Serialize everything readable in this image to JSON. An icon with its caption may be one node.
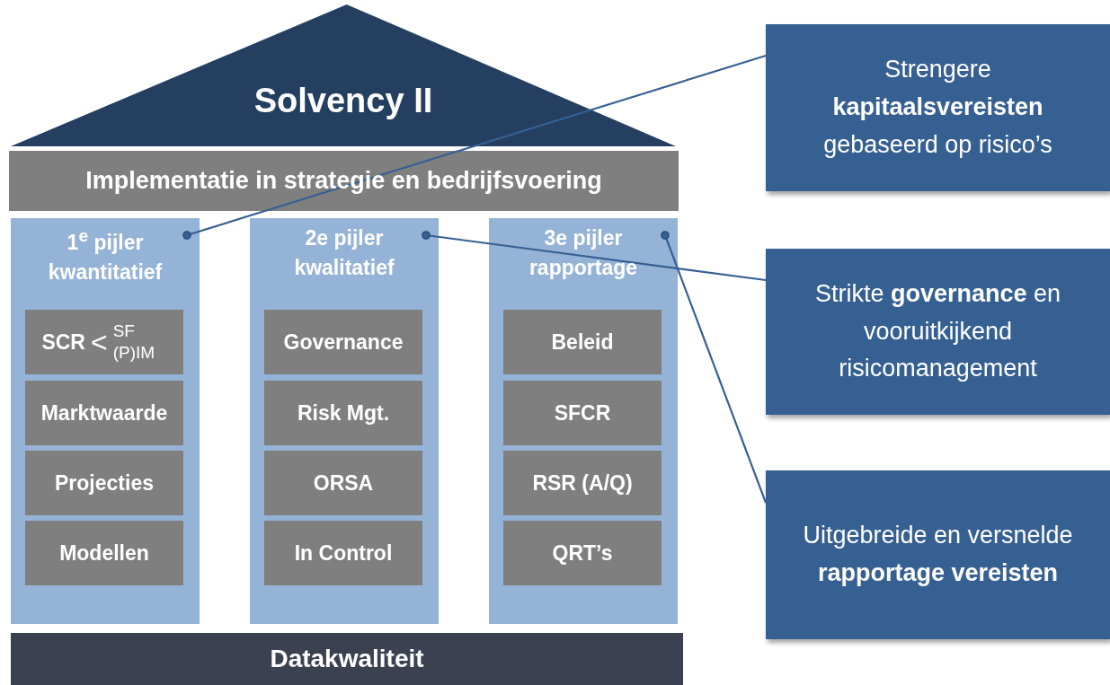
{
  "diagram": {
    "nodes": [
      {
        "text": [
          "Solvency II"
        ]
      },
      {
        "text": [
          "Implementatie in strategie en bedrijfsvoering"
        ]
      },
      {
        "text": [
          "1$^{e}$ pijler kwantitatief"
        ]
      },
      {
        "text": [
          "SCR",
          "<",
          "SF (P)IM"
        ],
        "in": 2
      },
      {
        "text": [
          "Marktwaarde"
        ],
        "in": 2
      },
      {
        "text": [
          "Projecties"
        ],
        "in": 2
      },
      {
        "text": [
          "Modellen"
        ],
        "in": 2
      },
      {
        "text": [
          "2e pijler kwalitatief"
        ]
      },
      {
        "text": [
          "Governance"
        ],
        "in": 7
      },
      {
        "text": [
          "Risk Mgt."
        ],
        "in": 7
      },
      {
        "text": [
          "ORSA"
        ],
        "in": 7
      },
      {
        "text": [
          "In Control"
        ],
        "in": 7
      },
      {
        "text": [
          "3e pijler rapportage"
        ]
      },
      {
        "text": [
          "Beleid"
        ],
        "in": 12
      },
      {
        "text": [
          "SFCR"
        ],
        "in": 12
      },
      {
        "text": [
          "RSR (A/Q)"
        ],
        "in": 12
      },
      {
        "text": [
          "QRT’s"
        ],
        "in": 12
      },
      {
        "text": [
          "Datakwaliteit"
        ]
      },
      {
        "text": [
          "Strengere **kapitaalsvereisten** gebaseerd op risico’s"
        ]
      },
      {
        "text": [
          "Strikte **governance** en vooruitkijkend risicomanagement"
        ]
      },
      {
        "text": [
          "Uitgebreide en versnelde **rapportage vereisten**"
        ]
      }
    ],
    "edges": [
      {
        "from": 2,
        "to": 18,
        "arrow": "other"
      },
      {
        "from": 7,
        "to": 19,
        "arrow": "other"
      },
      {
        "from": 12,
        "to": 20,
        "arrow": "other"
      }
    ]
  }
}
